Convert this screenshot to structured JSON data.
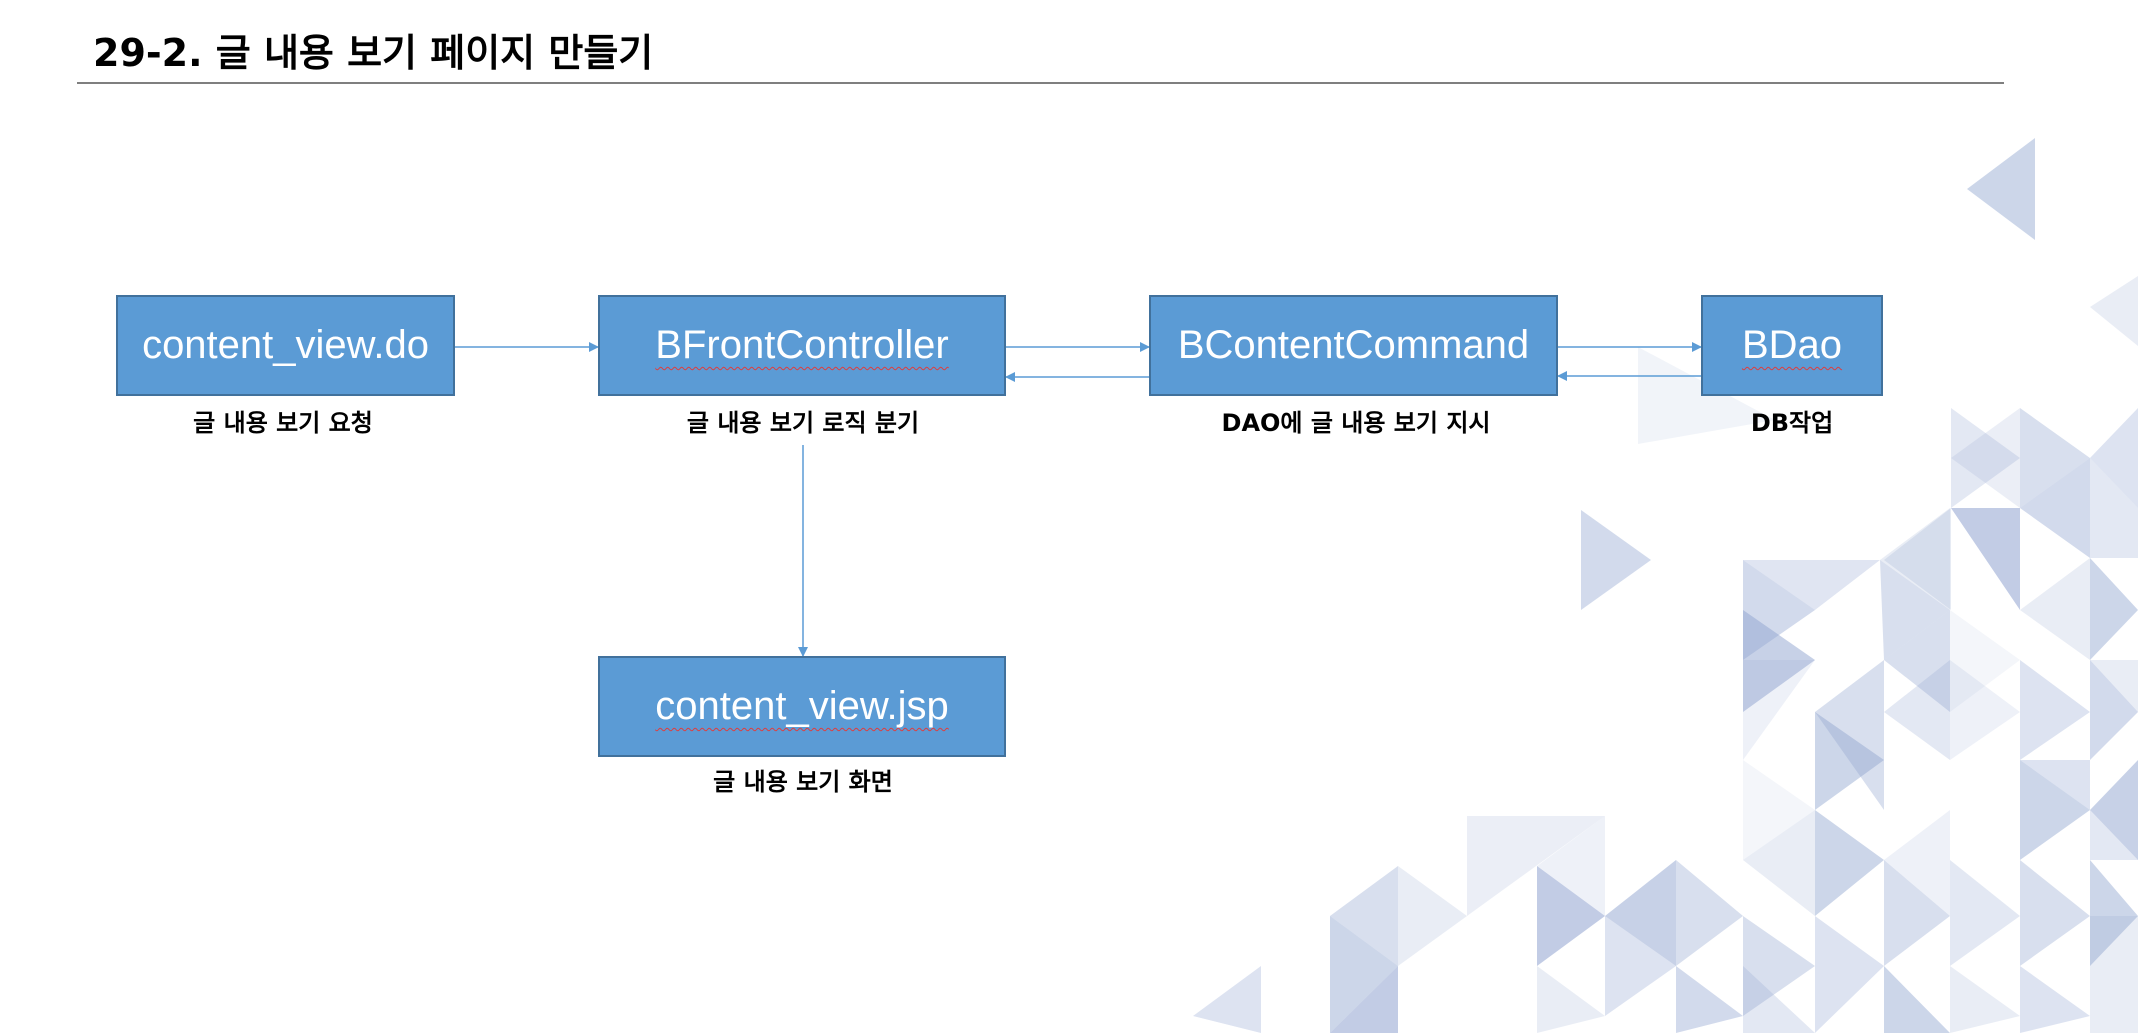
{
  "title": "29-2. 글 내용 보기 페이지 만들기",
  "colors": {
    "box_fill": "#5b9bd5",
    "box_border": "#41719c",
    "arrow": "#5b9bd5",
    "decor_triangles": "#8fa3cf",
    "title_rule": "#7f7f7f"
  },
  "nodes": {
    "content_view_do": {
      "label": "content_view.do",
      "caption": "글 내용 보기 요청"
    },
    "bfrontcontroller": {
      "label": "BFrontController",
      "caption": "글 내용 보기 로직 분기"
    },
    "bcontentcommand": {
      "label": "BContentCommand",
      "caption": "DAO에 글 내용 보기 지시"
    },
    "bdao": {
      "label": "BDao",
      "caption": "DB작업"
    },
    "content_view_jsp": {
      "label": "content_view.jsp",
      "caption": "글 내용 보기 화면"
    }
  },
  "edges": [
    {
      "from": "content_view.do",
      "to": "BFrontController"
    },
    {
      "from": "BFrontController",
      "to": "BContentCommand"
    },
    {
      "from": "BContentCommand",
      "to": "BFrontController"
    },
    {
      "from": "BContentCommand",
      "to": "BDao"
    },
    {
      "from": "BDao",
      "to": "BContentCommand"
    },
    {
      "from": "BFrontController",
      "to": "content_view.jsp"
    }
  ]
}
